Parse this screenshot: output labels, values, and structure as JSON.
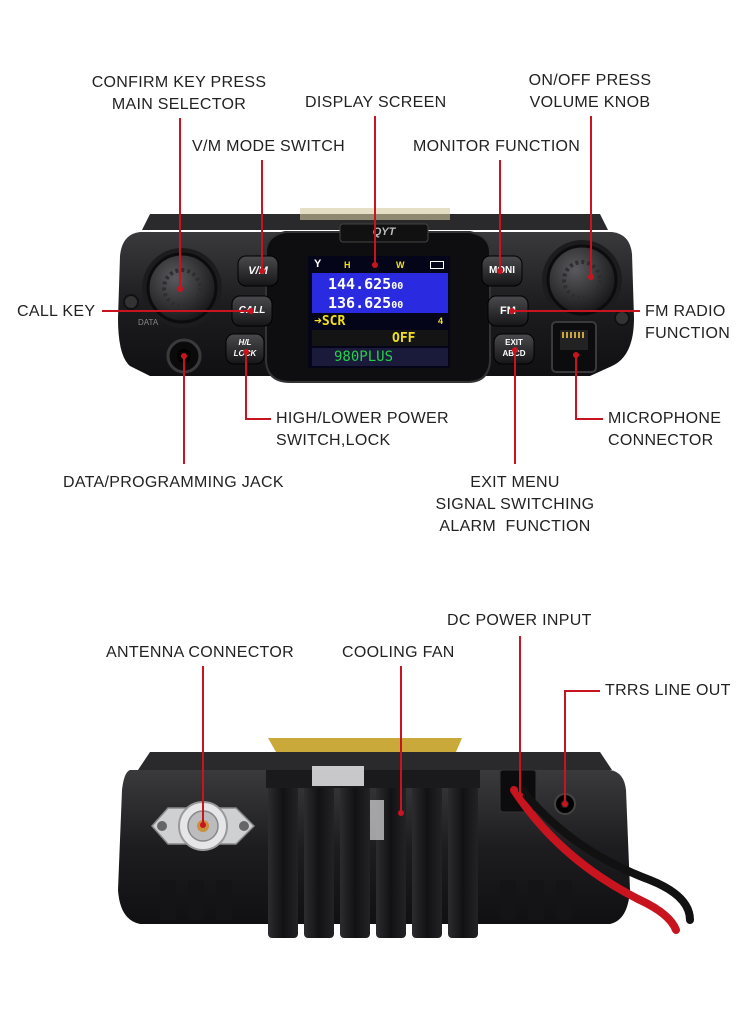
{
  "front_panel": {
    "brand": "QYT",
    "display": {
      "signal_icon": "Y",
      "power_indicator": "H",
      "mode_indicator": "W",
      "frequency_a": "144.625",
      "frequency_a_suffix": "00",
      "frequency_b": "136.625",
      "frequency_b_suffix": "00",
      "menu_item": "SCR",
      "menu_number": "4",
      "menu_value": "OFF",
      "model": "980PLUS"
    },
    "buttons": {
      "vm": "V/M",
      "call": "CALL",
      "hl_lock_top": "H/L",
      "hl_lock_bottom": "LOCK",
      "moni": "MONI",
      "fm": "FM",
      "exit_top": "EXIT",
      "exit_bottom": "ABCD"
    },
    "data_port_label": "DATA"
  },
  "callouts": {
    "confirm_key": [
      "CONFIRM KEY PRESS",
      "MAIN SELECTOR"
    ],
    "display_screen": "DISPLAY SCREEN",
    "on_off": [
      "ON/OFF PRESS",
      "VOLUME KNOB"
    ],
    "vm_mode": "V/M MODE SWITCH",
    "monitor": "MONITOR FUNCTION",
    "call_key": "CALL KEY",
    "fm_radio": [
      "FM RADIO",
      "FUNCTION"
    ],
    "high_lower": [
      "HIGH/LOWER POWER",
      "SWITCH,LOCK"
    ],
    "microphone": [
      "MICROPHONE",
      "CONNECTOR"
    ],
    "data_jack": "DATA/PROGRAMMING JACK",
    "exit_menu": [
      "EXIT MENU",
      "SIGNAL SWITCHING",
      "ALARM  FUNCTION"
    ],
    "dc_power": "DC POWER INPUT",
    "antenna": "ANTENNA CONNECTOR",
    "cooling_fan": "COOLING FAN",
    "trrs": "TRRS LINE OUT"
  },
  "colors": {
    "leader": "#c8141e",
    "body": "#1c1c1e",
    "screen_bg": "#2a2ae0",
    "screen_text": "#ffffff",
    "menu_text": "#f0e020",
    "model_text": "#28d04a",
    "fin": "#1a1a1c"
  }
}
